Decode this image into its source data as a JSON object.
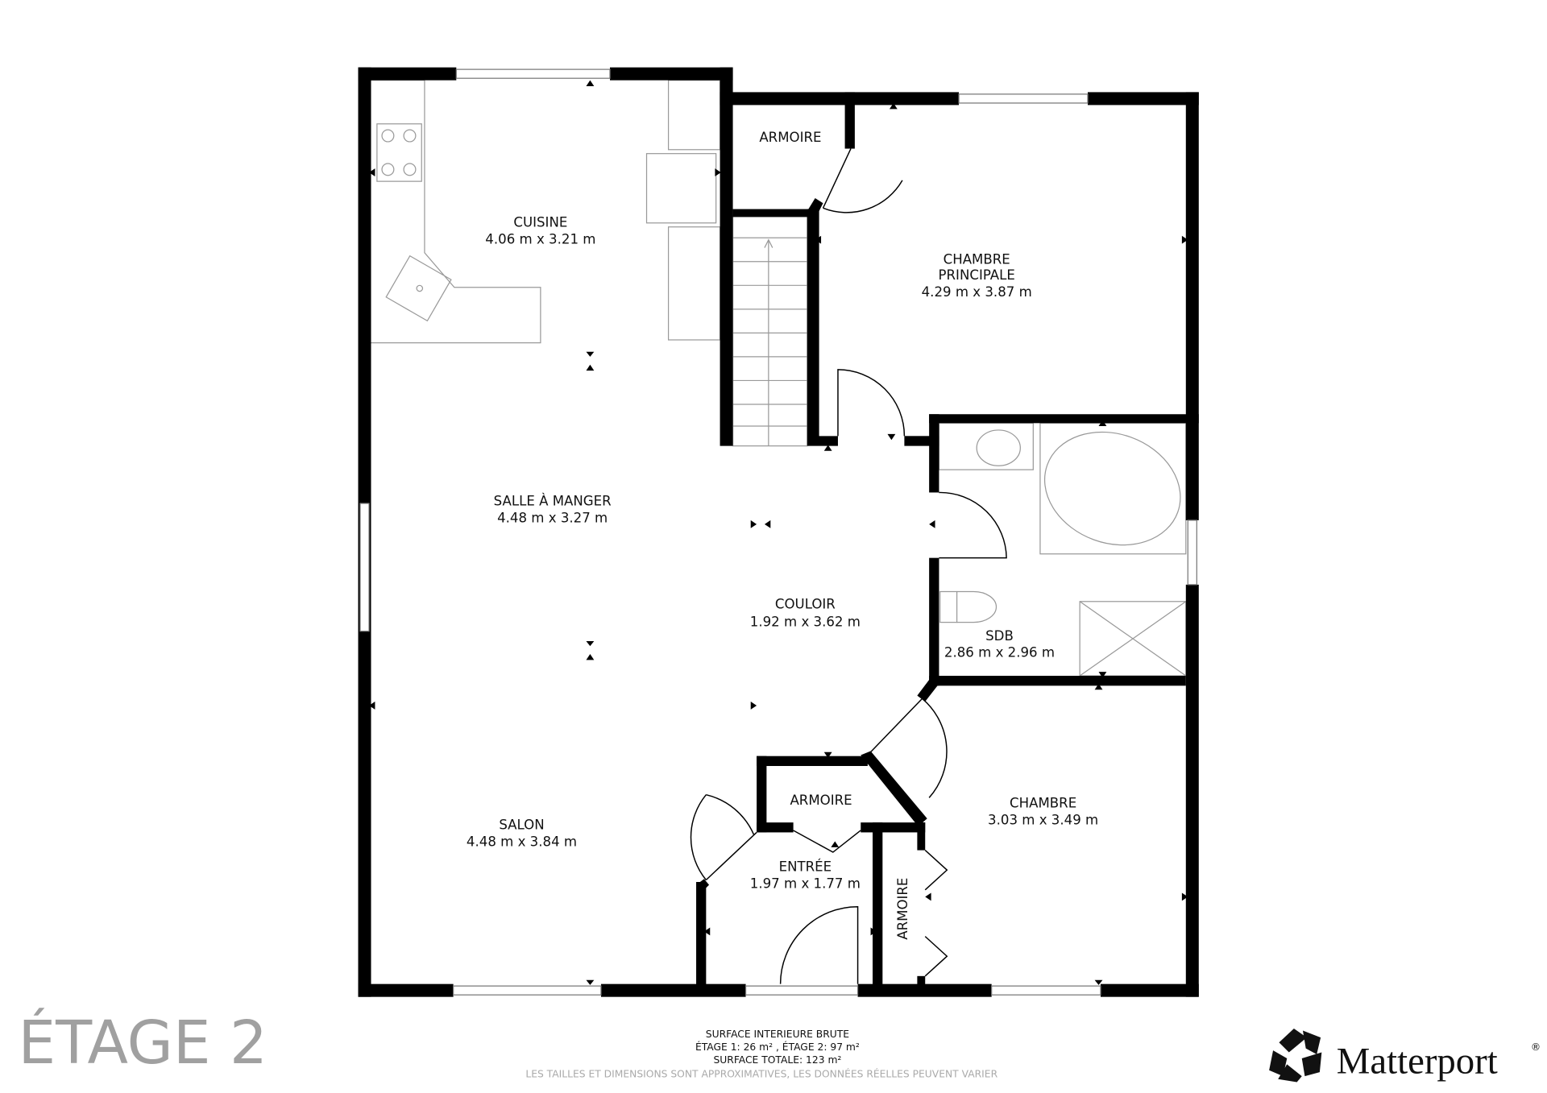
{
  "floor_label": "ÉTAGE 2",
  "rooms": {
    "cuisine": {
      "name": "CUISINE",
      "dims": "4.06 m x 3.21 m"
    },
    "armoire_top": {
      "name": "ARMOIRE"
    },
    "chambre_principale": {
      "name_line1": "CHAMBRE",
      "name_line2": "PRINCIPALE",
      "dims": "4.29 m x 3.87 m"
    },
    "salle_a_manger": {
      "name": "SALLE À MANGER",
      "dims": "4.48 m x 3.27 m"
    },
    "couloir": {
      "name": "COULOIR",
      "dims": "1.92 m x 3.62 m"
    },
    "sdb": {
      "name": "SDB",
      "dims": "2.86 m x 2.96 m"
    },
    "armoire_middle": {
      "name": "ARMOIRE"
    },
    "chambre": {
      "name": "CHAMBRE",
      "dims": "3.03 m x 3.49 m"
    },
    "salon": {
      "name": "SALON",
      "dims": "4.48 m x 3.84 m"
    },
    "entree": {
      "name": "ENTRÉE",
      "dims": "1.97 m x 1.77 m"
    },
    "armoire_side": {
      "name": "ARMOIRE"
    }
  },
  "footer": {
    "line1": "SURFACE INTERIEURE BRUTE",
    "line2": "ÉTAGE 1: 26 m² , ÉTAGE 2: 97 m²",
    "line3": "SURFACE TOTALE: 123 m²",
    "disclaimer": "LES TAILLES ET DIMENSIONS SONT APPROXIMATIVES, LES DONNÉES RÉELLES PEUVENT VARIER"
  },
  "brand": {
    "name": "Matterport",
    "mark": "®"
  },
  "colors": {
    "wall": "#000000",
    "floor_label": "#a0a0a0",
    "disclaimer": "#aaaaaa"
  }
}
